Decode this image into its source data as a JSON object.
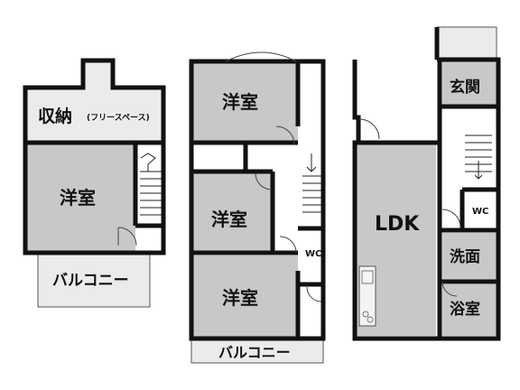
{
  "colors": {
    "room_fill": "#c8c8c8",
    "balcony_fill": "#ebebeb",
    "wall": "#111111",
    "background": "#ffffff"
  },
  "floor3": {
    "storage_label": "収納",
    "storage_note": "(フリースペース)",
    "western_room": "洋室",
    "balcony": "バルコニー"
  },
  "floor2": {
    "western_room_top": "洋室",
    "western_room_mid": "洋室",
    "western_room_bottom": "洋室",
    "wc": "WC",
    "balcony": "バルコニー"
  },
  "floor1": {
    "entrance": "玄関",
    "ldk": "LDK",
    "wc": "WC",
    "washroom": "洗面",
    "bathroom": "浴室"
  }
}
